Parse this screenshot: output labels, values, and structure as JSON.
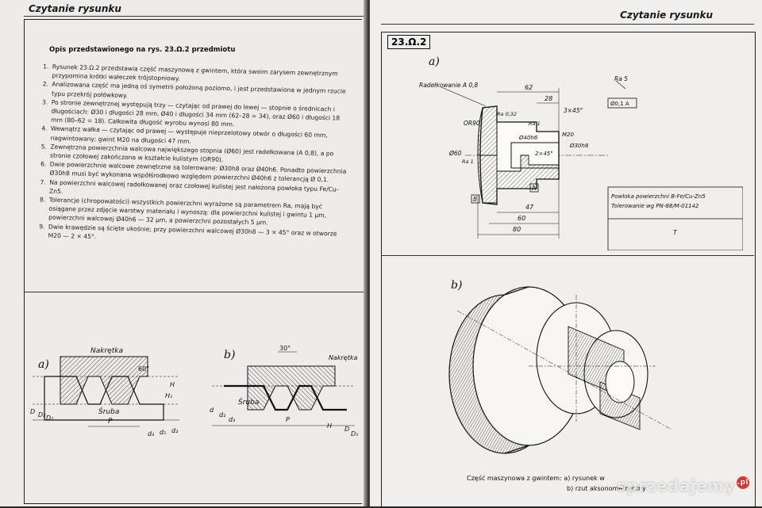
{
  "left_page": {
    "running_head": "Czytanie rysunku",
    "description_title": "Opis przedstawionego na rys. 23.Ω.2 przedmiotu",
    "items": [
      "Rysunek 23.Ω.2 przedstawia część maszynową z gwintem, która swoim zarysem zewnętrznym przypomina krótki wałeczek trójstopniowy.",
      "Analizowana część ma jedną oś symetrii położoną poziomo, i jest przedstawiona w jednym rzucie typu przekrój połówkowy.",
      "Po stronie zewnętrznej występują trzy — czytając od prawej do lewej — stopnie o średnicach i długościach: Ø30 i długości 28 mm, Ø40 i długości 34 mm (62–28 = 34), oraz Ø60 i długości 18 mm (80–62 = 18). Całkowita długość wyrobu wynosi 80 mm.",
      "Wewnątrz wałka — czytając od prawej — występuje nieprzelotowy otwór o długości 60 mm, nagwintowany; gwint M20 na długości 47 mm.",
      "Zewnętrzna powierzchnia walcowa największego stopnia (Ø60) jest radełkowana (A 0,8), a po stronie czołowej zakończona w kształcie kulistym (OR90).",
      "Dwie powierzchnie walcowe zewnętrzne są tolerowane: Ø30h8 oraz Ø40h6. Ponadto powierzchnia Ø30h8 musi być wykonana współśrodkowo względem powierzchni Ø40h6 z tolerancją Ø 0,1.",
      "Na powierzchni walcowej radełkowanej oraz czołowej kulistej jest nałożona powłoka typu Fe/Cu-Zn5.",
      "Tolerancje (chropowatości) wszystkich powierzchni wyrażone są parametrem Ra, mają być osiągane przez zdjęcie warstwy materiału i wynoszą: dla powierzchni kulistej i gwintu 1 µm, powierzchni walcowej Ø40h6 — 32 µm, a powierzchni pozostałych 5 µm.",
      "Dwie krawędzie są ścięte ukośnie; przy powierzchni walcowej Ø30h8 — 3 × 45° oraz w otworze M20 — 2 × 45°."
    ],
    "thread_figure": {
      "label_a": "a)",
      "label_b": "b)",
      "nut_label": "Nakrętka",
      "screw_label": "Śruba",
      "angle_30": "30°",
      "angle_60": "60°",
      "dim_P": "P",
      "dim_H": "H",
      "dim_H1": "H₁",
      "dim_d": "d",
      "dim_d1": "d₁",
      "dim_d2": "d₂",
      "dim_d3": "d₃",
      "dim_D": "D",
      "dim_D1": "D₁",
      "dim_D2": "D₂"
    }
  },
  "right_page": {
    "running_head": "Czytanie rysunku",
    "figure_code": "23.Ω.2",
    "label_a": "a)",
    "label_b": "b)",
    "drawing_a": {
      "knurl": "Radełkowanie A 0,8",
      "ra_top": "Ra 5",
      "dim_62": "62",
      "dim_28": "28",
      "chamfer_3": "3×45°",
      "ra_32": "Ra 0,32",
      "ra_1_a": "Ra 1",
      "ra_1_b": "Ra 1",
      "or90": "OR90",
      "phi60": "Ø60",
      "phi40": "Ø40h6",
      "m20": "M20",
      "phi30": "Ø30h8",
      "chamfer_2": "2×45°",
      "tolerance": "Ø0,1 A",
      "datum_a": "A",
      "dim_47": "47",
      "dim_60": "60",
      "dim_80": "80",
      "label_B": "B",
      "coating": "Powłoka powierzchni B-Fe/Cu-Zn5",
      "tolerance_std": "Tolerowanie wg PN-88/M-01142",
      "title_T": "T"
    },
    "caption_line1": "Część maszynowa z gwintem: a) rysunek w",
    "caption_line2": "b) rzut aksonometryczny"
  },
  "watermark": {
    "text": "sprzedajemy",
    "badge": ".pl"
  }
}
